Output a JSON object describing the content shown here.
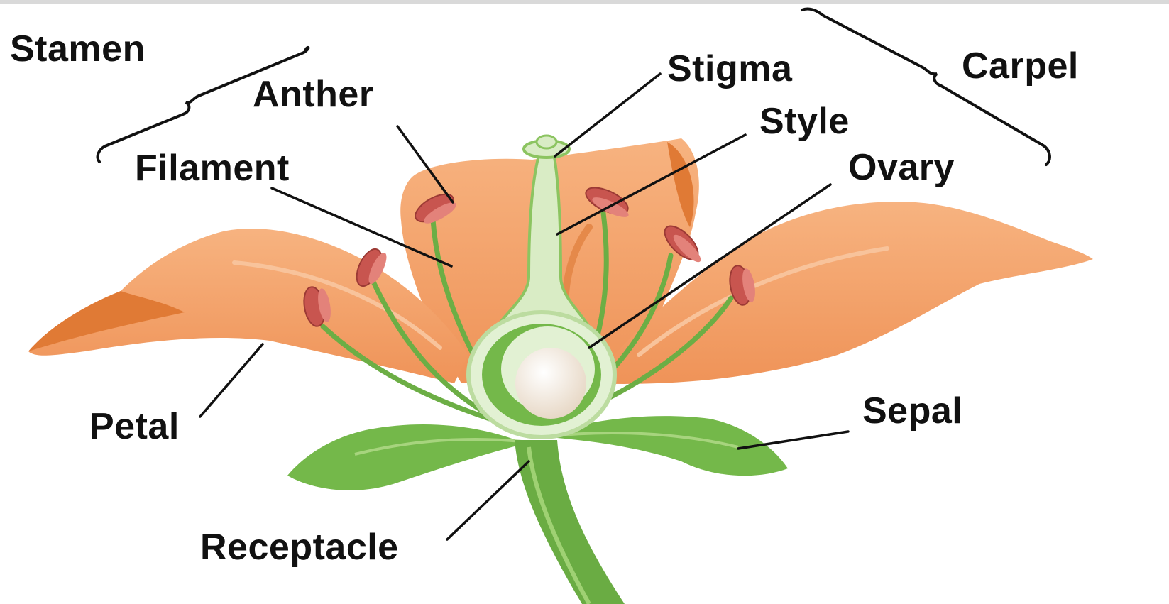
{
  "labels": {
    "stamen": "Stamen",
    "anther": "Anther",
    "filament": "Filament",
    "stigma": "Stigma",
    "style": "Style",
    "ovary": "Ovary",
    "carpel": "Carpel",
    "petal": "Petal",
    "sepal": "Sepal",
    "receptacle": "Receptacle"
  },
  "colors": {
    "petal": "#f4a36b",
    "petal_dark": "#e07a35",
    "petal_vein": "#f8c39b",
    "anther": "#c8554f",
    "filament": "#6cae45",
    "sepal": "#74b84a",
    "style": "#d9ecc5",
    "ovule": "#efe3d2",
    "line": "#111111"
  }
}
